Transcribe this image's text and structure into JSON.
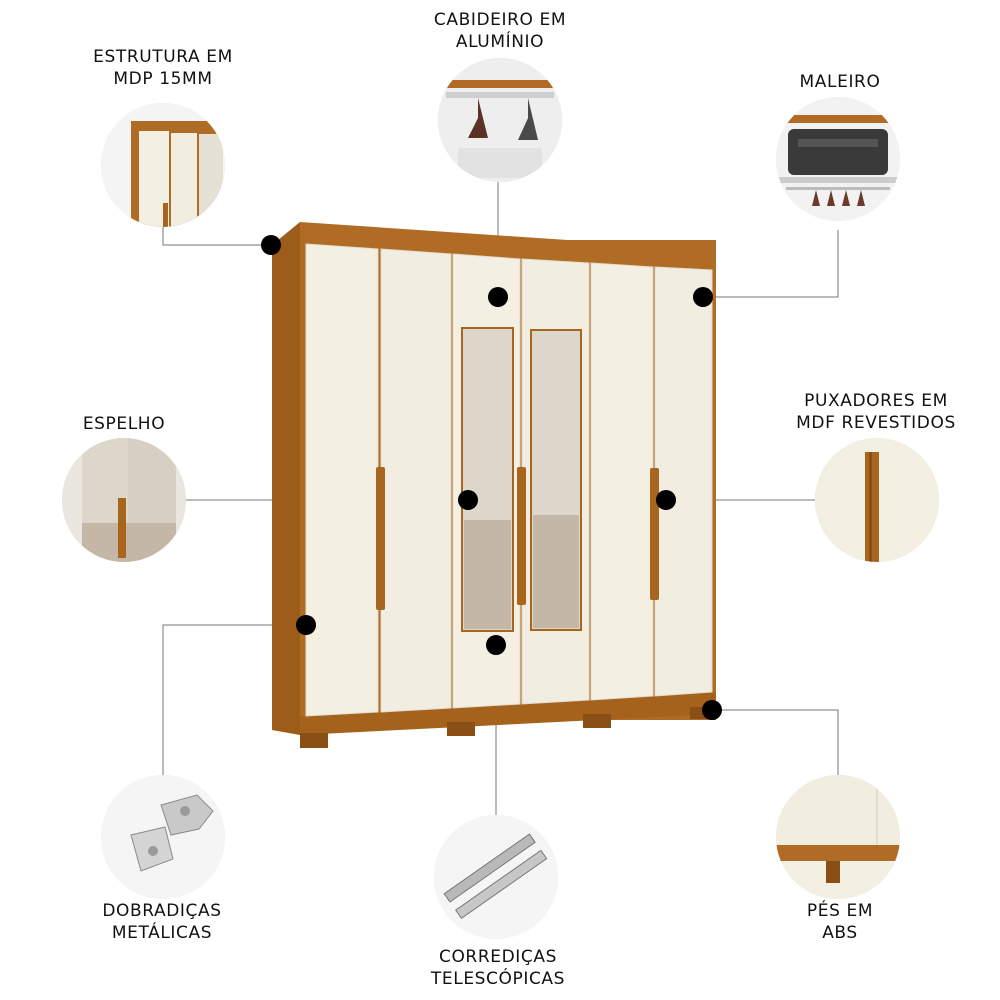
{
  "colors": {
    "wood": "#a8651e",
    "wood_dark": "#8a4f14",
    "panel": "#f3efe3",
    "mirror": "#ddd8cf",
    "dot": "#000000",
    "leader": "#777777"
  },
  "callouts": {
    "estrutura": {
      "line1": "ESTRUTURA EM",
      "line2": "MDP 15MM",
      "icon": "wardrobe-corner-icon"
    },
    "cabideiro": {
      "line1": "CABIDEIRO EM",
      "line2": "ALUMÍNIO",
      "icon": "hanger-rail-icon"
    },
    "maleiro": {
      "line1": "MALEIRO",
      "line2": "",
      "icon": "suitcase-shelf-icon"
    },
    "espelho": {
      "line1": "ESPELHO",
      "line2": "",
      "icon": "mirror-icon"
    },
    "puxadores": {
      "line1": "PUXADORES EM",
      "line2": "MDF REVESTIDOS",
      "icon": "handle-icon"
    },
    "dobradicas": {
      "line1": "DOBRADIÇAS",
      "line2": "METÁLICAS",
      "icon": "hinge-icon"
    },
    "corredicas": {
      "line1": "CORREDIÇAS",
      "line2": "TELESCÓPICAS",
      "icon": "slide-rail-icon"
    },
    "pes": {
      "line1": "PÉS EM",
      "line2": "ABS",
      "icon": "foot-icon"
    }
  }
}
